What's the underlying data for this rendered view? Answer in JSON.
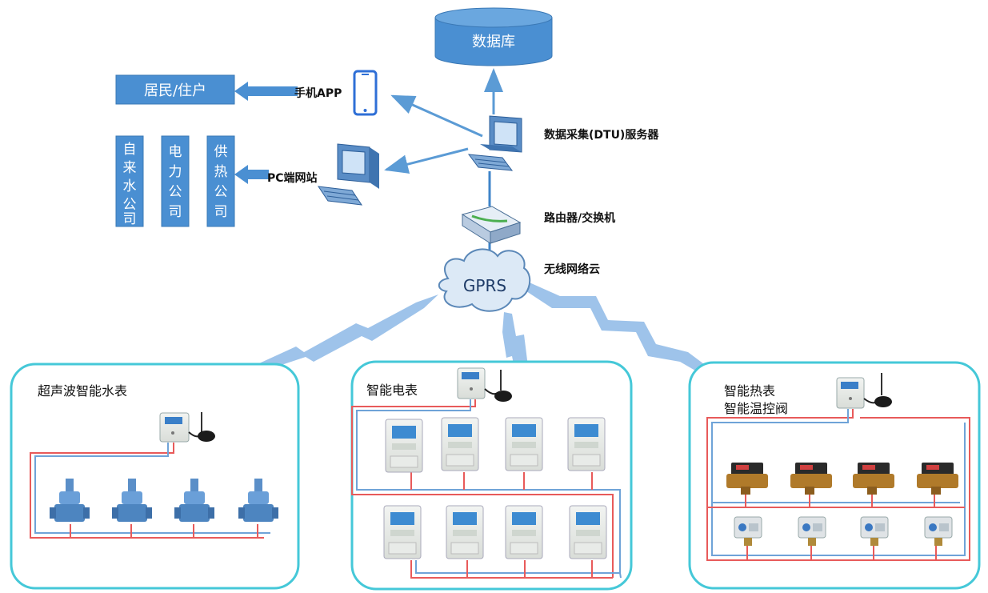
{
  "nodes": {
    "database": "数据库",
    "residents": "居民/住户",
    "water_company": "自来水公司",
    "power_company": "电力公司",
    "heat_company": "供热公司",
    "mobile_app": "手机APP",
    "pc_site": "PC端网站",
    "dtu_server": "数据采集(DTU)服务器",
    "router": "路由器/交换机",
    "cloud_label": "无线网络云",
    "gprs": "GPRS"
  },
  "groups": {
    "water": {
      "title": "超声波智能水表"
    },
    "electric": {
      "title": "智能电表"
    },
    "heat": {
      "title_line1": "智能热表",
      "title_line2": "智能温控阀"
    }
  },
  "colors": {
    "box_fill": "#4a8fd2",
    "box_stroke": "#3a78b5",
    "arrow": "#5b9bd5",
    "lightning": "#9ec3ea",
    "group_border": "#45c8d8",
    "wire_red": "#e85a5a",
    "wire_blue": "#6fa3d8"
  }
}
